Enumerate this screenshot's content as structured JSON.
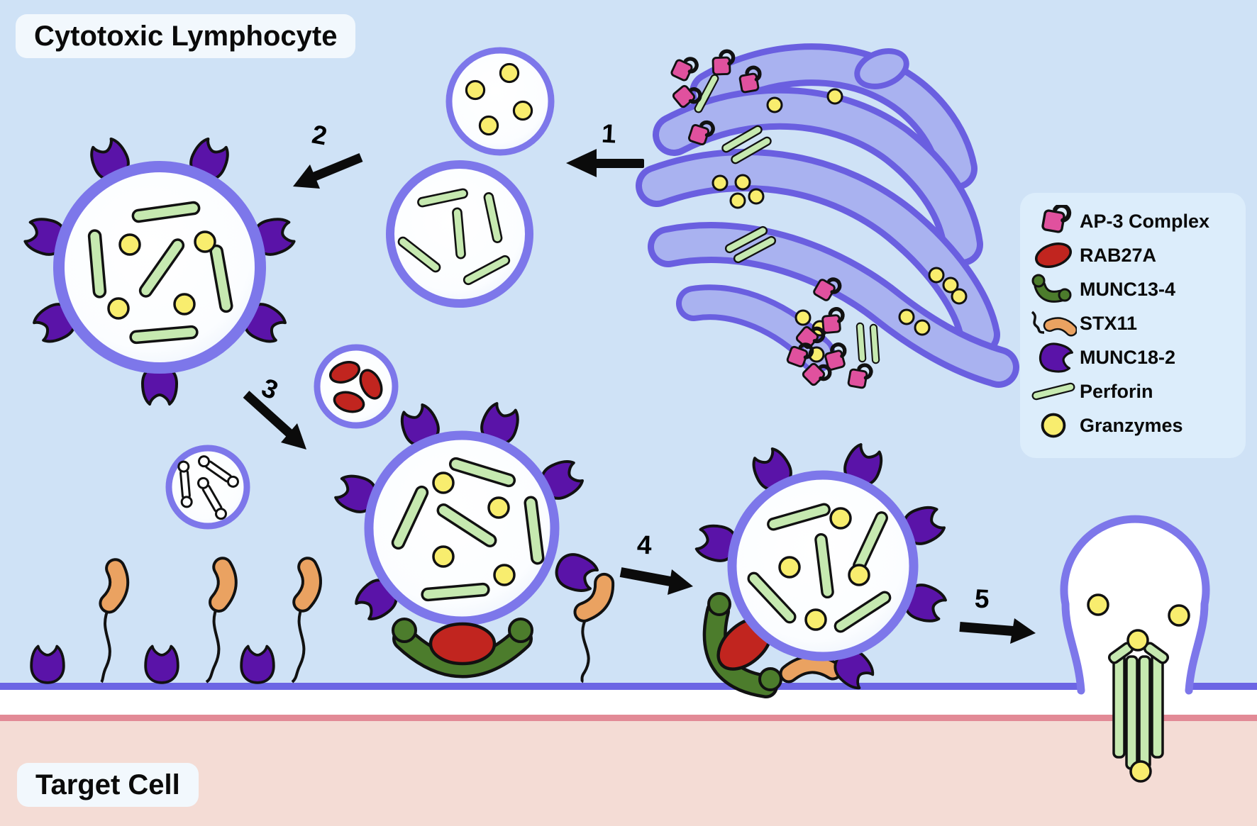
{
  "title": "Cytotoxic Lymphocyte",
  "target_cell": "Target Cell",
  "legend": {
    "items": [
      {
        "label": "AP-3 Complex",
        "icon": "ap3-icon"
      },
      {
        "label": "RAB27A",
        "icon": "rab27a-icon"
      },
      {
        "label": "MUNC13-4",
        "icon": "munc13-4-icon"
      },
      {
        "label": "STX11",
        "icon": "stx11-icon"
      },
      {
        "label": "MUNC18-2",
        "icon": "munc18-2-icon"
      },
      {
        "label": "Perforin",
        "icon": "perforin-icon"
      },
      {
        "label": "Granzymes",
        "icon": "granzymes-icon"
      }
    ]
  },
  "steps": [
    {
      "label": "1"
    },
    {
      "label": "2"
    },
    {
      "label": "3"
    },
    {
      "label": "4"
    },
    {
      "label": "5"
    }
  ],
  "palette": {
    "bg": "#cfe2f6",
    "white-band": "#ffffff",
    "membrane-blue": "#6c65e4",
    "membrane-pink": "#e28a96",
    "target-bg": "#f4dcd5",
    "plate": "#f2f8fd",
    "legend-bg": "#dcedfb",
    "golgi-fill": "#a9b2f0",
    "golgi-border": "#6a5fe0",
    "ring": "#7d77ea",
    "perforin": "#c6e9b0",
    "granzyme": "#f8ed6e",
    "munc18": "#5a13a8",
    "rab27a": "#c1251f",
    "munc13": "#4c7c2c",
    "stx11": "#eaa261",
    "ap3": "#e0519e",
    "ink": "#111111"
  }
}
